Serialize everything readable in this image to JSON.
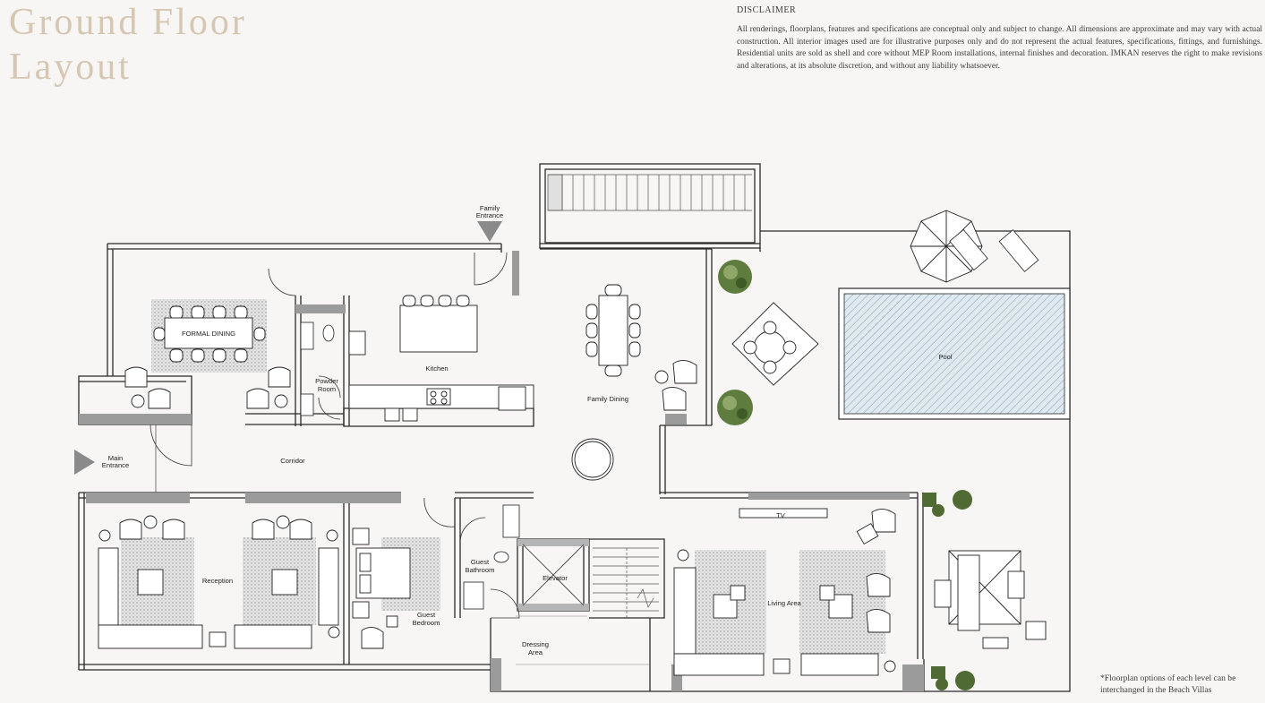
{
  "title": {
    "line1": "Ground Floor",
    "line2": "Layout"
  },
  "disclaimer": {
    "heading": "DISCLAIMER",
    "text": "All renderings, floorplans, features and specifications are conceptual only and subject to change. All dimensions are approximate and may vary with actual construction. All interior images used are for illustrative purposes only and do not represent the actual features, specifications, fittings, and furnishings. Residential units are sold as shell and core without MEP Room installations, internal finishes and decoration. IMKAN reserves the right to make revisions and alterations, at its absolute discretion, and without any liability whatsoever."
  },
  "footnote": "*Floorplan options of each level can be interchanged in the Beach Villas",
  "rooms": {
    "formal_dining": "FORMAL DINING",
    "powder_room_1": "Powder",
    "powder_room_2": "Room",
    "kitchen": "Kitchen",
    "family_dining": "Family Dining",
    "family_entrance_1": "Family",
    "family_entrance_2": "Entrance",
    "main_entrance_1": "Main",
    "main_entrance_2": "Entrance",
    "corridor": "Corridor",
    "reception": "Reception",
    "guest_bedroom_1": "Guest",
    "guest_bedroom_2": "Bedroom",
    "guest_bathroom_1": "Guest",
    "guest_bathroom_2": "Bathroom",
    "elevator": "Elevator",
    "dressing_area_1": "Dressing",
    "dressing_area_2": "Area",
    "living_area": "Living Area",
    "pool": "Pool",
    "tv": "TV"
  }
}
